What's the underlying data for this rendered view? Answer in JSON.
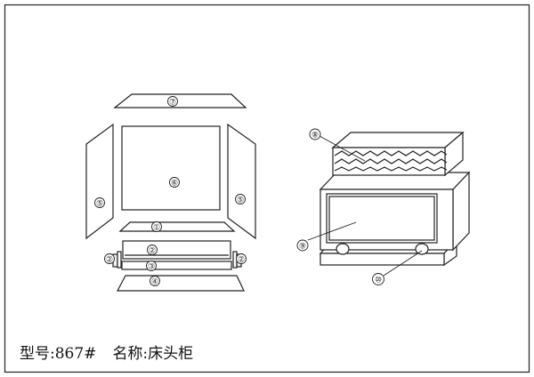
{
  "callouts": {
    "c1": "①",
    "c2": "②",
    "c3": "③",
    "c4": "④",
    "c5": "⑤",
    "c6": "⑥",
    "c7": "⑦",
    "c8": "⑧",
    "c9": "⑨",
    "c10": "⑩"
  },
  "caption": {
    "model_label": "型号:",
    "model_value": "867#",
    "name_label": "名称:",
    "name_value": "床头柜"
  }
}
